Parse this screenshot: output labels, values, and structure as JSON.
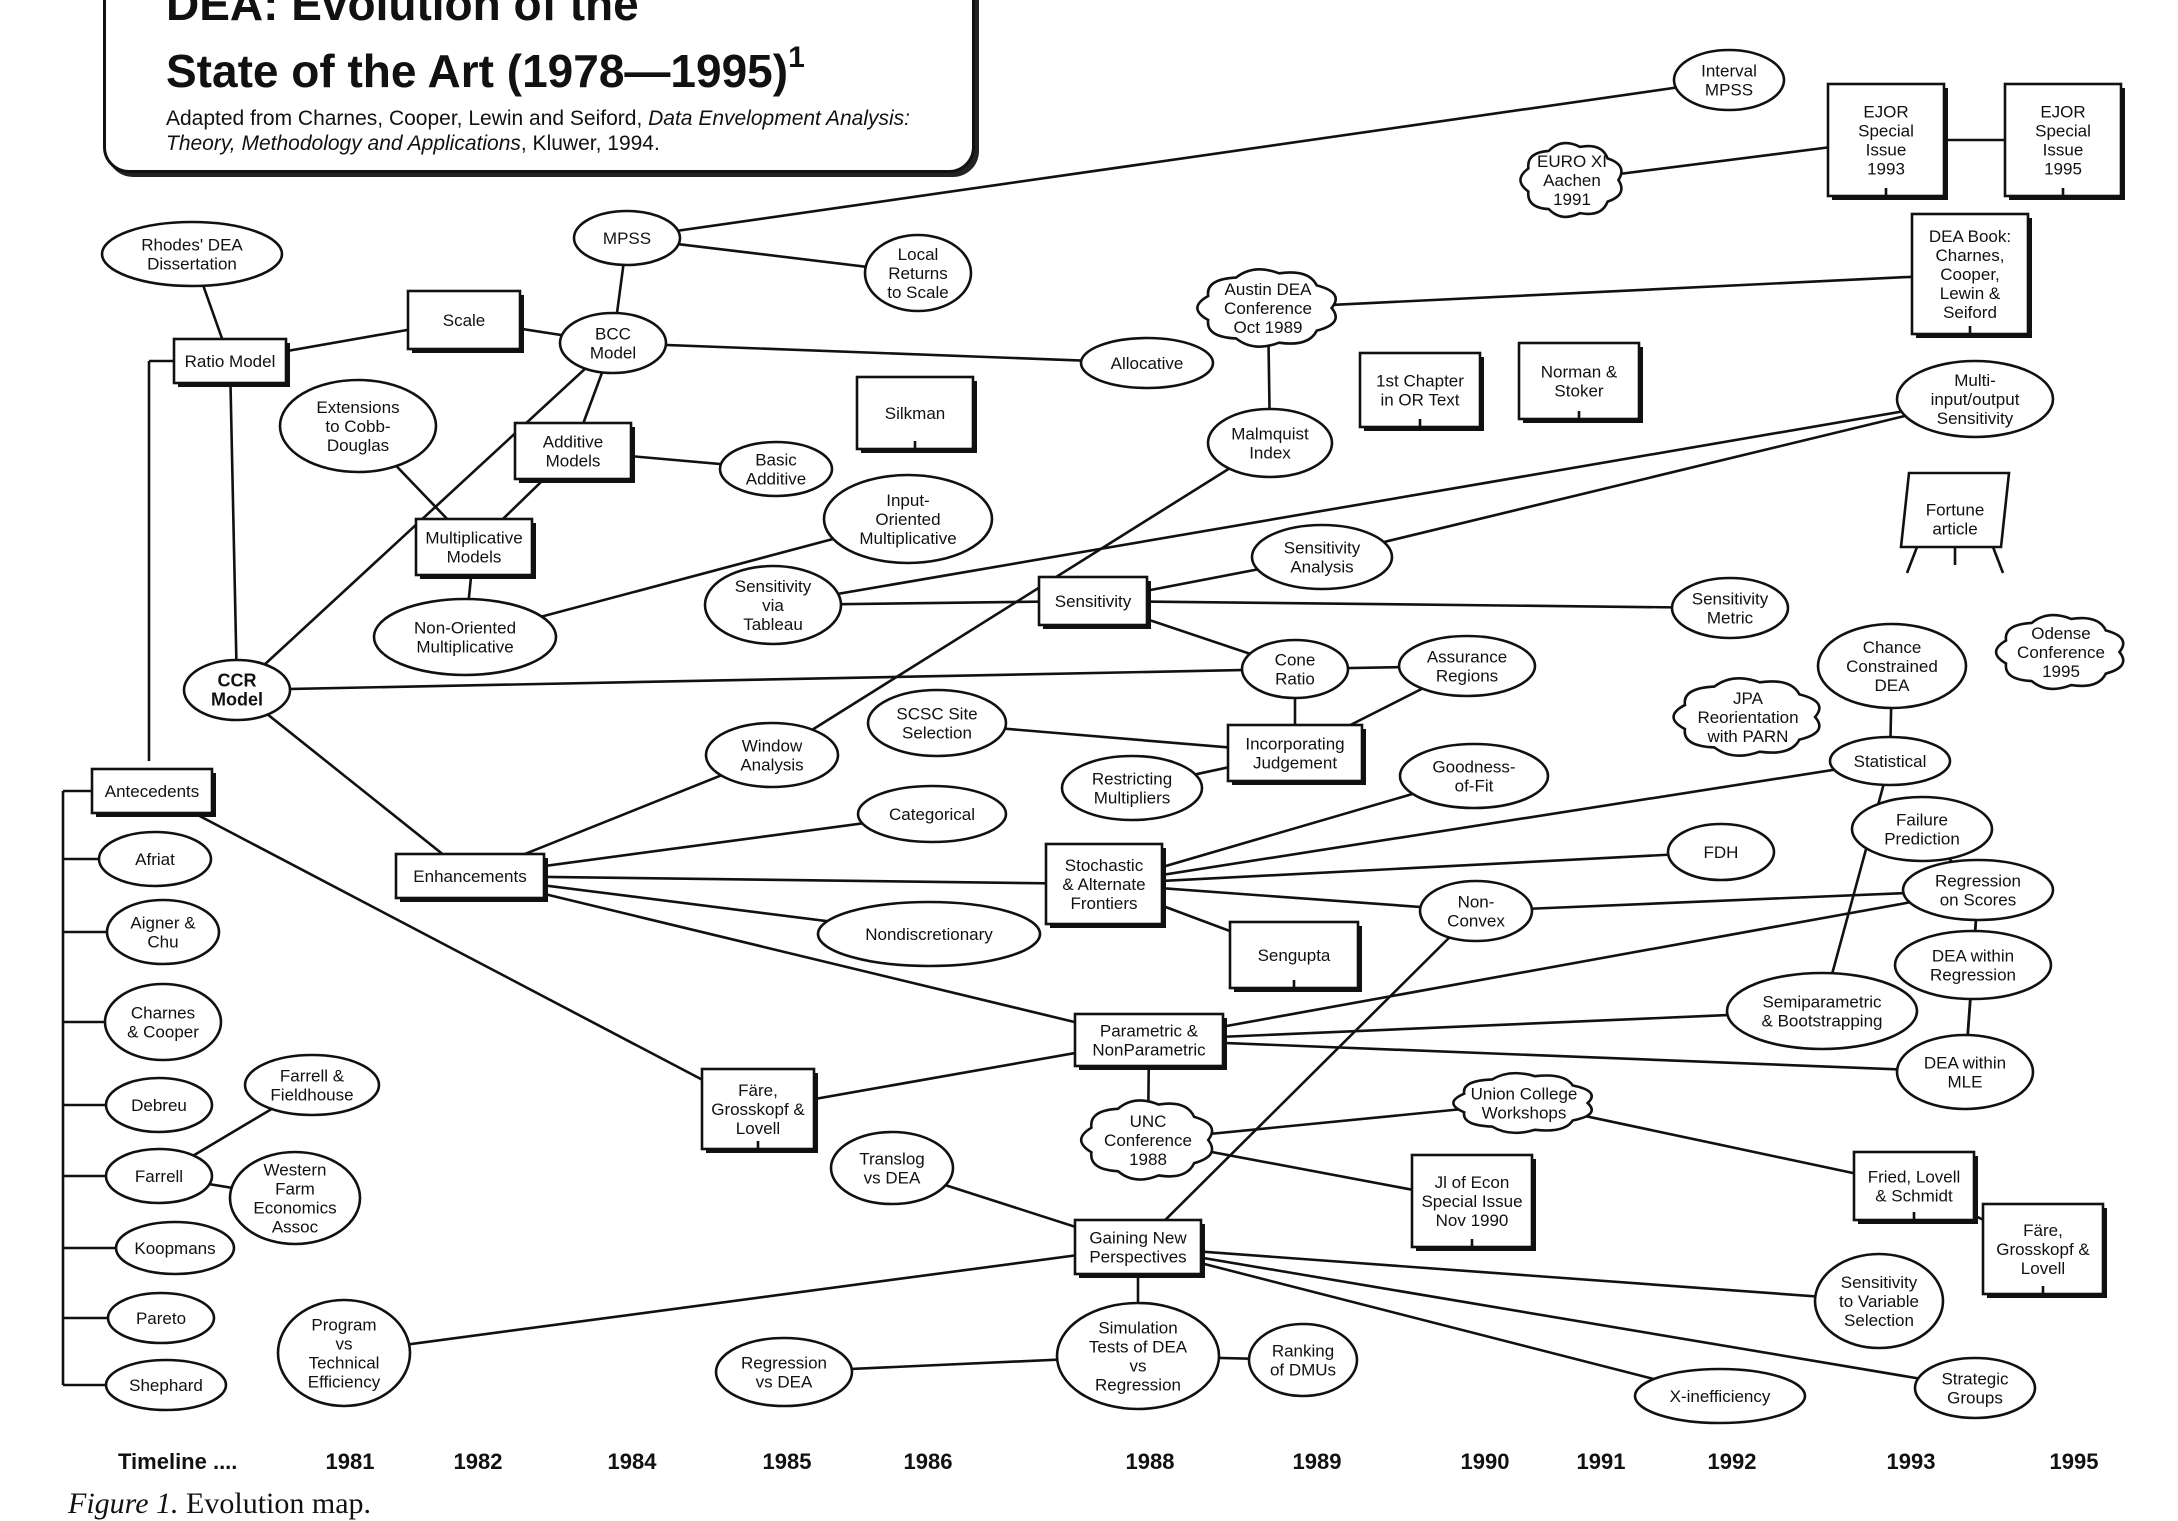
{
  "title": {
    "line1": "DEA: Evolution of the",
    "line2": "State of the Art (1978—1995)",
    "superscript": "1",
    "subtitle_prefix": "Adapted from Charnes, Cooper, Lewin and Seiford, ",
    "subtitle_italic": "Data Envelopment Analysis: Theory, Methodology and Applications",
    "subtitle_suffix": ", Kluwer, 1994."
  },
  "caption": {
    "label": "Figure 1.",
    "text": " Evolution map."
  },
  "timeline": {
    "label": "Timeline ....",
    "years": [
      "1981",
      "1982",
      "1984",
      "1985",
      "1986",
      "1988",
      "1989",
      "1990",
      "1991",
      "1992",
      "1993",
      "1995"
    ]
  },
  "nodes": [
    {
      "id": "rhodes",
      "shape": "ellipse",
      "lines": [
        "Rhodes' DEA",
        "Dissertation"
      ]
    },
    {
      "id": "ratio",
      "shape": "rect",
      "lines": [
        "Ratio Model"
      ]
    },
    {
      "id": "scale",
      "shape": "rect",
      "lines": [
        "Scale"
      ]
    },
    {
      "id": "mpss",
      "shape": "ellipse",
      "lines": [
        "MPSS"
      ]
    },
    {
      "id": "local",
      "shape": "ellipse",
      "lines": [
        "Local",
        "Returns",
        "to Scale"
      ]
    },
    {
      "id": "bcc",
      "shape": "ellipse",
      "lines": [
        "BCC",
        "Model"
      ]
    },
    {
      "id": "cobb",
      "shape": "ellipse",
      "lines": [
        "Extensions",
        "to Cobb-",
        "Douglas"
      ]
    },
    {
      "id": "additive",
      "shape": "rect",
      "lines": [
        "Additive",
        "Models"
      ]
    },
    {
      "id": "basic",
      "shape": "ellipse",
      "lines": [
        "Basic",
        "Additive"
      ]
    },
    {
      "id": "multiplicative",
      "shape": "rect",
      "lines": [
        "Multiplicative",
        "Models"
      ]
    },
    {
      "id": "input_mult",
      "shape": "ellipse",
      "lines": [
        "Input-",
        "Oriented",
        "Multiplicative"
      ]
    },
    {
      "id": "nonoriented",
      "shape": "ellipse",
      "lines": [
        "Non-Oriented",
        "Multiplicative"
      ]
    },
    {
      "id": "silkman",
      "shape": "book",
      "lines": [
        "Silkman"
      ]
    },
    {
      "id": "allocative",
      "shape": "ellipse",
      "lines": [
        "Allocative"
      ]
    },
    {
      "id": "austin",
      "shape": "cloud",
      "lines": [
        "Austin DEA",
        "Conference",
        "Oct 1989"
      ]
    },
    {
      "id": "malmquist",
      "shape": "ellipse",
      "lines": [
        "Malmquist",
        "Index"
      ]
    },
    {
      "id": "firstchapter",
      "shape": "book",
      "lines": [
        "1st Chapter",
        "in OR Text"
      ]
    },
    {
      "id": "norman",
      "shape": "book",
      "lines": [
        "Norman &",
        "Stoker"
      ]
    },
    {
      "id": "interval",
      "shape": "ellipse",
      "lines": [
        "Interval",
        "MPSS"
      ]
    },
    {
      "id": "euro",
      "shape": "cloud",
      "lines": [
        "EURO XI",
        "Aachen",
        "1991"
      ]
    },
    {
      "id": "ejor93",
      "shape": "book",
      "lines": [
        "EJOR",
        "Special",
        "Issue",
        "1993"
      ]
    },
    {
      "id": "ejor95",
      "shape": "book",
      "lines": [
        "EJOR",
        "Special",
        "Issue",
        "1995"
      ]
    },
    {
      "id": "deabook",
      "shape": "book",
      "lines": [
        "DEA Book:",
        "Charnes,",
        "Cooper,",
        "Lewin &",
        "Seiford"
      ]
    },
    {
      "id": "multisens",
      "shape": "ellipse",
      "lines": [
        "Multi-",
        "input/output",
        "Sensitivity"
      ]
    },
    {
      "id": "fortune",
      "shape": "easel",
      "lines": [
        "Fortune",
        "article"
      ]
    },
    {
      "id": "sensanalysis",
      "shape": "ellipse",
      "lines": [
        "Sensitivity",
        "Analysis"
      ]
    },
    {
      "id": "sensitivity",
      "shape": "rect",
      "lines": [
        "Sensitivity"
      ]
    },
    {
      "id": "senstableau",
      "shape": "ellipse",
      "lines": [
        "Sensitivity",
        "via",
        "Tableau"
      ]
    },
    {
      "id": "sensmetric",
      "shape": "ellipse",
      "lines": [
        "Sensitivity",
        "Metric"
      ]
    },
    {
      "id": "ccr",
      "shape": "ellipse",
      "bold": true,
      "lines": [
        "CCR",
        "Model"
      ]
    },
    {
      "id": "cone",
      "shape": "ellipse",
      "lines": [
        "Cone",
        "Ratio"
      ]
    },
    {
      "id": "assurance",
      "shape": "ellipse",
      "lines": [
        "Assurance",
        "Regions"
      ]
    },
    {
      "id": "chance",
      "shape": "ellipse",
      "lines": [
        "Chance",
        "Constrained",
        "DEA"
      ]
    },
    {
      "id": "odense",
      "shape": "cloud",
      "lines": [
        "Odense",
        "Conference",
        "1995"
      ]
    },
    {
      "id": "jpa",
      "shape": "cloud",
      "lines": [
        "JPA",
        "Reorientation",
        "with PARN"
      ]
    },
    {
      "id": "scsc",
      "shape": "ellipse",
      "lines": [
        "SCSC Site",
        "Selection"
      ]
    },
    {
      "id": "judgement",
      "shape": "rect",
      "lines": [
        "Incorporating",
        "Judgement"
      ]
    },
    {
      "id": "window",
      "shape": "ellipse",
      "lines": [
        "Window",
        "Analysis"
      ]
    },
    {
      "id": "restricting",
      "shape": "ellipse",
      "lines": [
        "Restricting",
        "Multipliers"
      ]
    },
    {
      "id": "goodness",
      "shape": "ellipse",
      "lines": [
        "Goodness-",
        "of-Fit"
      ]
    },
    {
      "id": "statistical",
      "shape": "ellipse",
      "lines": [
        "Statistical"
      ]
    },
    {
      "id": "antecedents",
      "shape": "rect",
      "lines": [
        "Antecedents"
      ]
    },
    {
      "id": "categorical",
      "shape": "ellipse",
      "lines": [
        "Categorical"
      ]
    },
    {
      "id": "enhancements",
      "shape": "rect",
      "lines": [
        "Enhancements"
      ]
    },
    {
      "id": "stochastic",
      "shape": "rect",
      "lines": [
        "Stochastic",
        "& Alternate",
        "Frontiers"
      ]
    },
    {
      "id": "fdh",
      "shape": "ellipse",
      "lines": [
        "FDH"
      ]
    },
    {
      "id": "failure",
      "shape": "ellipse",
      "lines": [
        "Failure",
        "Prediction"
      ]
    },
    {
      "id": "nonconvex",
      "shape": "ellipse",
      "lines": [
        "Non-",
        "Convex"
      ]
    },
    {
      "id": "regscores",
      "shape": "ellipse",
      "lines": [
        "Regression",
        "on Scores"
      ]
    },
    {
      "id": "nondiscretionary",
      "shape": "ellipse",
      "lines": [
        "Nondiscretionary"
      ]
    },
    {
      "id": "sengupta",
      "shape": "book",
      "lines": [
        "Sengupta"
      ]
    },
    {
      "id": "deawithinreg",
      "shape": "ellipse",
      "lines": [
        "DEA within",
        "Regression"
      ]
    },
    {
      "id": "afriat",
      "shape": "ellipse",
      "lines": [
        "Afriat"
      ]
    },
    {
      "id": "aigner",
      "shape": "ellipse",
      "lines": [
        "Aigner &",
        "Chu"
      ]
    },
    {
      "id": "semipar",
      "shape": "ellipse",
      "lines": [
        "Semiparametric",
        "& Bootstrapping"
      ]
    },
    {
      "id": "parametric",
      "shape": "rect",
      "lines": [
        "Parametric &",
        "NonParametric"
      ]
    },
    {
      "id": "charnes",
      "shape": "ellipse",
      "lines": [
        "Charnes",
        "& Cooper"
      ]
    },
    {
      "id": "deawithinmle",
      "shape": "ellipse",
      "lines": [
        "DEA within",
        "MLE"
      ]
    },
    {
      "id": "farrellfield",
      "shape": "ellipse",
      "lines": [
        "Farrell &",
        "Fieldhouse"
      ]
    },
    {
      "id": "debreu",
      "shape": "ellipse",
      "lines": [
        "Debreu"
      ]
    },
    {
      "id": "fare1",
      "shape": "book",
      "lines": [
        "Färe,",
        "Grosskopf &",
        "Lovell"
      ]
    },
    {
      "id": "union",
      "shape": "cloud",
      "lines": [
        "Union College",
        "Workshops"
      ]
    },
    {
      "id": "unc",
      "shape": "cloud",
      "lines": [
        "UNC",
        "Conference",
        "1988"
      ]
    },
    {
      "id": "farrell",
      "shape": "ellipse",
      "lines": [
        "Farrell"
      ]
    },
    {
      "id": "western",
      "shape": "ellipse",
      "lines": [
        "Western",
        "Farm",
        "Economics",
        "Assoc"
      ]
    },
    {
      "id": "translog",
      "shape": "ellipse",
      "lines": [
        "Translog",
        "vs DEA"
      ]
    },
    {
      "id": "fried",
      "shape": "book",
      "lines": [
        "Fried, Lovell",
        "& Schmidt"
      ]
    },
    {
      "id": "jlecon",
      "shape": "book",
      "lines": [
        "Jl of Econ",
        "Special Issue",
        "Nov 1990"
      ]
    },
    {
      "id": "gaining",
      "shape": "rect",
      "lines": [
        "Gaining New",
        "Perspectives"
      ]
    },
    {
      "id": "fare2",
      "shape": "book",
      "lines": [
        "Färe,",
        "Grosskopf &",
        "Lovell"
      ]
    },
    {
      "id": "koopmans",
      "shape": "ellipse",
      "lines": [
        "Koopmans"
      ]
    },
    {
      "id": "sensvariable",
      "shape": "ellipse",
      "lines": [
        "Sensitivity",
        "to Variable",
        "Selection"
      ]
    },
    {
      "id": "pareto",
      "shape": "ellipse",
      "lines": [
        "Pareto"
      ]
    },
    {
      "id": "program",
      "shape": "ellipse",
      "lines": [
        "Program",
        "vs",
        "Technical",
        "Efficiency"
      ]
    },
    {
      "id": "simulation",
      "shape": "ellipse",
      "lines": [
        "Simulation",
        "Tests of DEA",
        "vs",
        "Regression"
      ]
    },
    {
      "id": "ranking",
      "shape": "ellipse",
      "lines": [
        "Ranking",
        "of DMUs"
      ]
    },
    {
      "id": "regvsdea",
      "shape": "ellipse",
      "lines": [
        "Regression",
        "vs DEA"
      ]
    },
    {
      "id": "shephard",
      "shape": "ellipse",
      "lines": [
        "Shephard"
      ]
    },
    {
      "id": "strategic",
      "shape": "ellipse",
      "lines": [
        "Strategic",
        "Groups"
      ]
    },
    {
      "id": "xineff",
      "shape": "ellipse",
      "lines": [
        "X-inefficiency"
      ]
    }
  ]
}
